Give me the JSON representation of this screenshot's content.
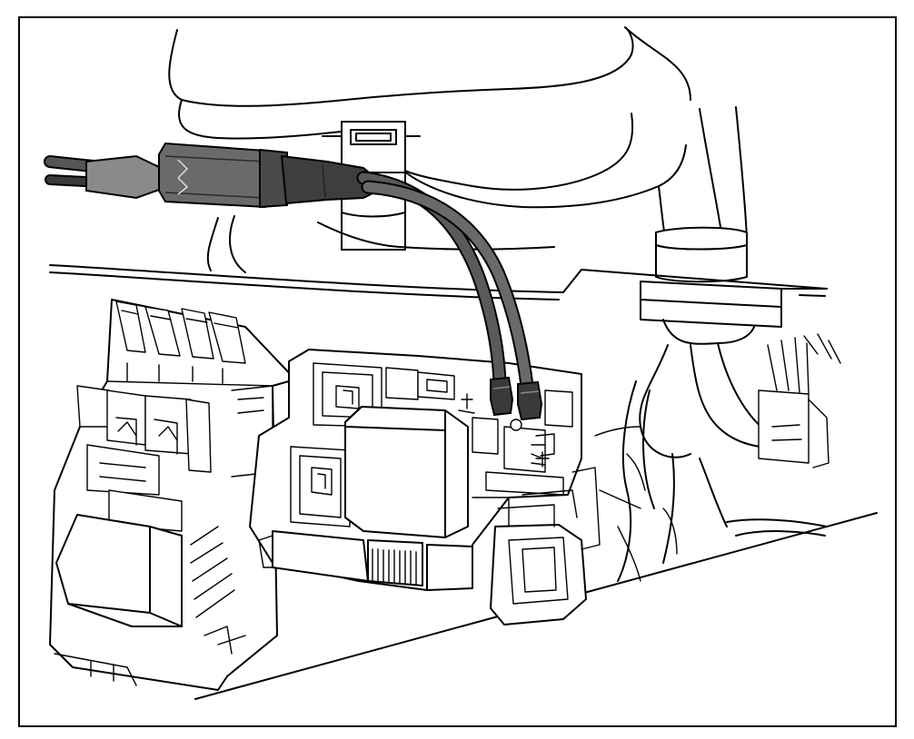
{
  "figure": {
    "kind": "technical-line-illustration",
    "subject": "test-lead-connected-to-fuse-relay-box-terminals",
    "frame": "border",
    "colors": {
      "background": "#ffffff",
      "line": "#000000",
      "lead_dark": "#3a3a3a",
      "lead_mid": "#5a5a5a",
      "lead_light": "#8a8a8a"
    },
    "icons": [
      "test-lead-cable-icon",
      "connector-icon",
      "probe-terminal-icon",
      "fuse-box-icon",
      "relay-icon",
      "wiring-harness-icon"
    ]
  }
}
